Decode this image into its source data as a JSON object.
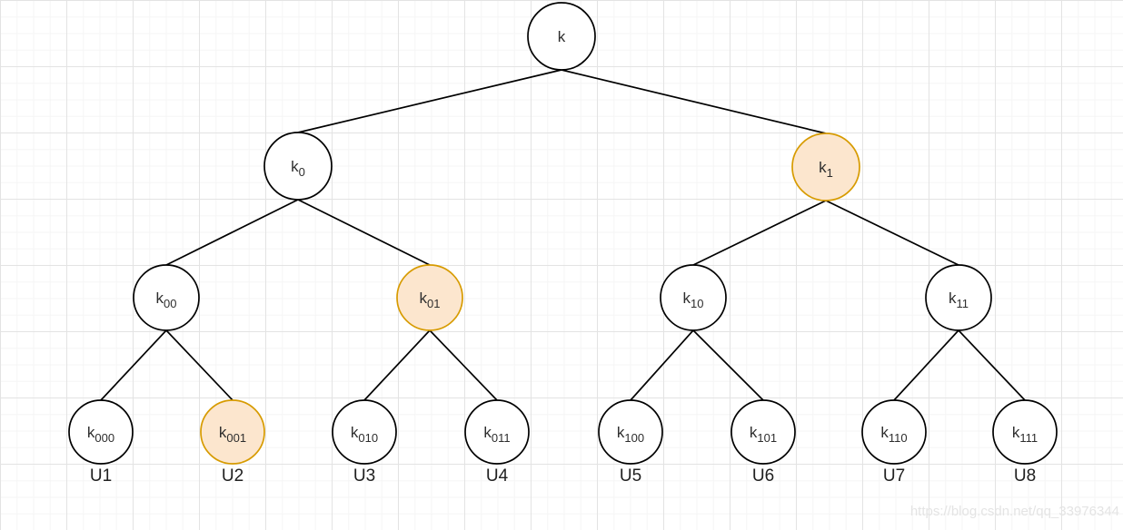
{
  "page": {
    "watermark": "https://blog.csdn.net/qq_33976344"
  },
  "tree": {
    "type": "binary-key-tree",
    "node_fill": "#ffffff",
    "node_stroke": "#000000",
    "highlight_fill": "#FCE6CE",
    "highlight_stroke": "#D79B00",
    "nodes": [
      {
        "id": "k",
        "main": "k",
        "sub": "",
        "highlighted": false
      },
      {
        "id": "k0",
        "main": "k",
        "sub": "0",
        "highlighted": false
      },
      {
        "id": "k1",
        "main": "k",
        "sub": "1",
        "highlighted": true
      },
      {
        "id": "k00",
        "main": "k",
        "sub": "00",
        "highlighted": false
      },
      {
        "id": "k01",
        "main": "k",
        "sub": "01",
        "highlighted": true
      },
      {
        "id": "k10",
        "main": "k",
        "sub": "10",
        "highlighted": false
      },
      {
        "id": "k11",
        "main": "k",
        "sub": "11",
        "highlighted": false
      },
      {
        "id": "k000",
        "main": "k",
        "sub": "000",
        "highlighted": false
      },
      {
        "id": "k001",
        "main": "k",
        "sub": "001",
        "highlighted": true
      },
      {
        "id": "k010",
        "main": "k",
        "sub": "010",
        "highlighted": false
      },
      {
        "id": "k011",
        "main": "k",
        "sub": "011",
        "highlighted": false
      },
      {
        "id": "k100",
        "main": "k",
        "sub": "100",
        "highlighted": false
      },
      {
        "id": "k101",
        "main": "k",
        "sub": "101",
        "highlighted": false
      },
      {
        "id": "k110",
        "main": "k",
        "sub": "110",
        "highlighted": false
      },
      {
        "id": "k111",
        "main": "k",
        "sub": "111",
        "highlighted": false
      }
    ],
    "edges": [
      [
        "k",
        "k0"
      ],
      [
        "k",
        "k1"
      ],
      [
        "k0",
        "k00"
      ],
      [
        "k0",
        "k01"
      ],
      [
        "k1",
        "k10"
      ],
      [
        "k1",
        "k11"
      ],
      [
        "k00",
        "k000"
      ],
      [
        "k00",
        "k001"
      ],
      [
        "k01",
        "k010"
      ],
      [
        "k01",
        "k011"
      ],
      [
        "k10",
        "k100"
      ],
      [
        "k10",
        "k101"
      ],
      [
        "k11",
        "k110"
      ],
      [
        "k11",
        "k111"
      ]
    ],
    "leaf_labels": [
      "U1",
      "U2",
      "U3",
      "U4",
      "U5",
      "U6",
      "U7",
      "U8"
    ]
  }
}
